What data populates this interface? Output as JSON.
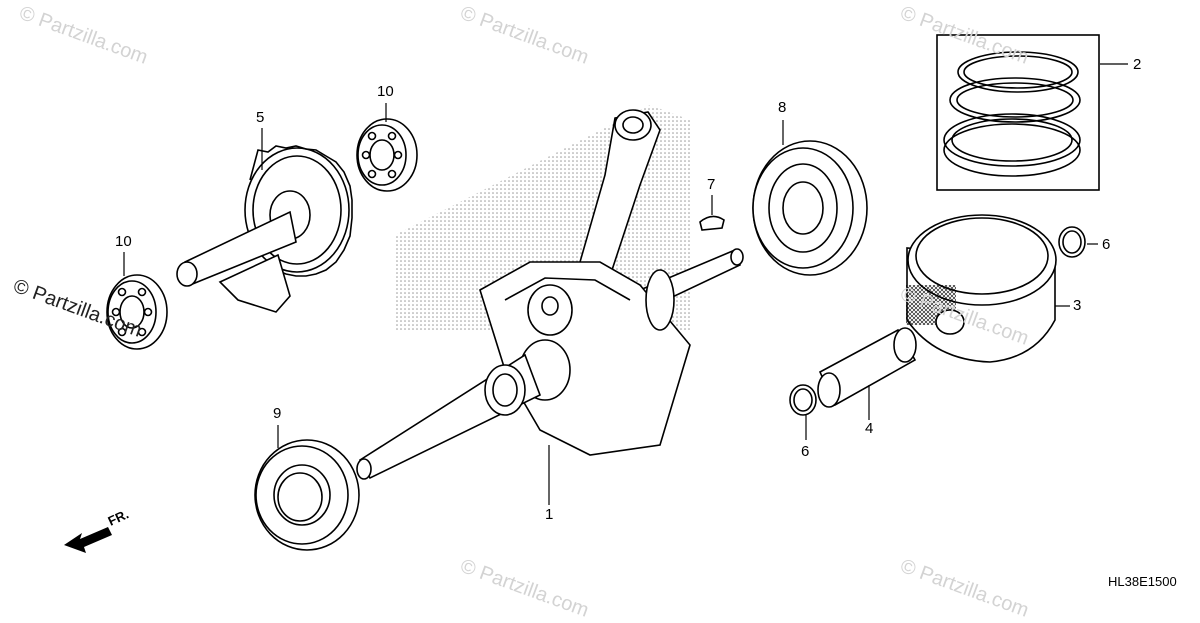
{
  "watermarks": [
    "© Partzilla.com",
    "© Partzilla.com",
    "© Partzilla.com",
    "© Partzilla.com",
    "© Partzilla.com",
    "© Partzilla.com",
    "© Partzilla.com"
  ],
  "callouts": {
    "p1": "1",
    "p2": "2",
    "p3": "3",
    "p4": "4",
    "p5": "5",
    "p6a": "6",
    "p6b": "6",
    "p7": "7",
    "p8": "8",
    "p9": "9",
    "p10a": "10",
    "p10b": "10"
  },
  "front_marker": "FR.",
  "diagram_code": "HL38E1500",
  "colors": {
    "line": "#000000",
    "watermark": "#d3d3d3",
    "shade": "#555555"
  }
}
